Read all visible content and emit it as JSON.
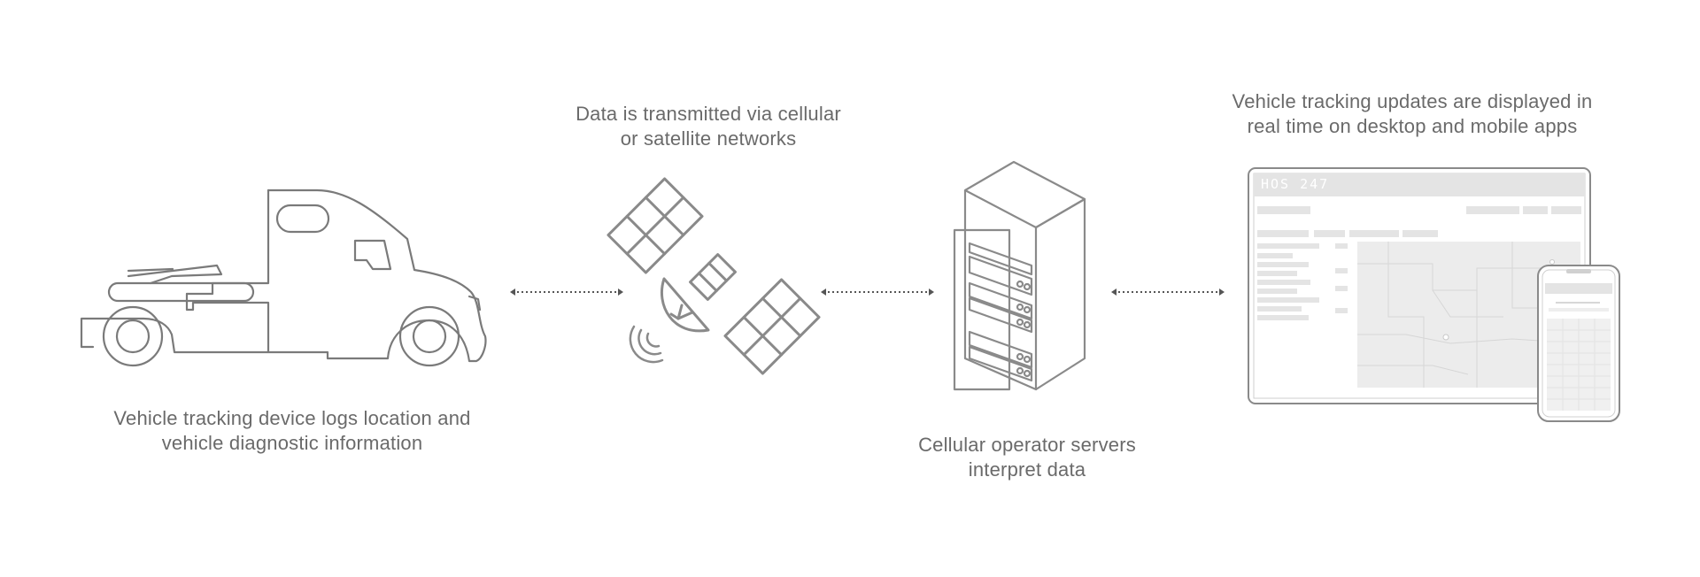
{
  "captions": {
    "truck": {
      "line1": "Vehicle tracking device logs location and",
      "line2": "vehicle diagnostic information"
    },
    "satellite": {
      "line1": "Data is transmitted via cellular",
      "line2": "or satellite networks"
    },
    "server": {
      "line1": "Cellular operator servers",
      "line2": "interpret data"
    },
    "apps": {
      "line1": "Vehicle tracking updates are displayed in",
      "line2": "real time on desktop and mobile apps"
    }
  },
  "tablet": {
    "brand": "HOS 247"
  },
  "colors": {
    "stroke": "#7a7a7a",
    "text": "#6a6a6a",
    "ui_gray": "#e4e4e4"
  }
}
